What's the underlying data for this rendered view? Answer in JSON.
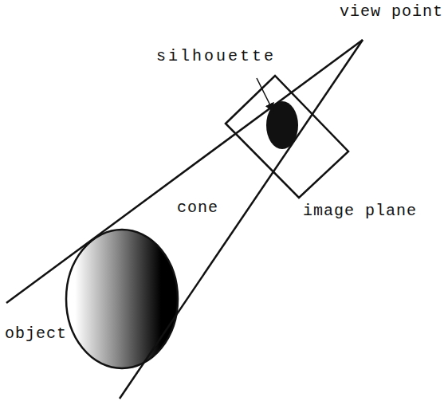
{
  "diagram": {
    "labels": [
      "view point",
      "silhouette",
      "cone",
      "image plane",
      "object"
    ]
  }
}
